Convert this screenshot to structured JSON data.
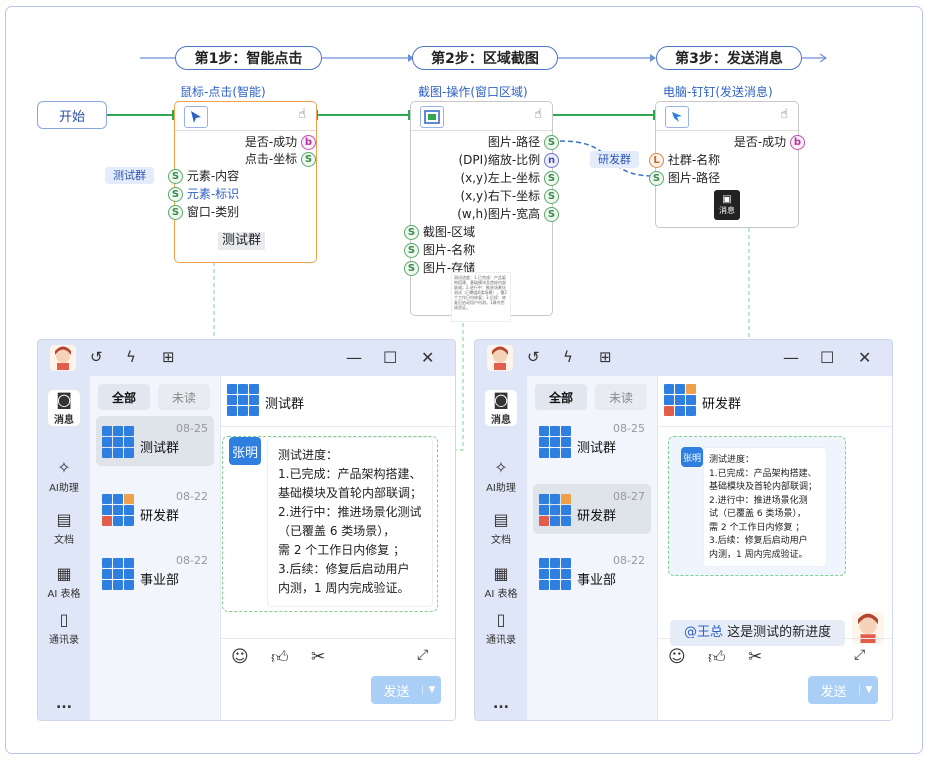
{
  "steps": [
    {
      "label": "第1步：智能点击"
    },
    {
      "label": "第2步：区域截图"
    },
    {
      "label": "第3步：发送消息"
    }
  ],
  "start_label": "开始",
  "node1": {
    "title": "鼠标-点击(智能)",
    "outputs": [
      "是否-成功",
      "点击-坐标"
    ],
    "output_types": [
      "b",
      "S"
    ],
    "inputs": [
      "元素-内容",
      "元素-标识",
      "窗口-类别"
    ],
    "input_tag": "测试群",
    "value_box": "测试群"
  },
  "node2": {
    "title": "截图-操作(窗口区域)",
    "outputs": [
      "图片-路径",
      "(DPI)缩放-比例",
      "(x,y)左上-坐标",
      "(x,y)右下-坐标",
      "(w,h)图片-宽高"
    ],
    "output_types": [
      "S",
      "n",
      "S",
      "S",
      "S"
    ],
    "inputs": [
      "截图-区域",
      "图片-名称",
      "图片-存储"
    ],
    "thumb_text": "测试进度：1.已完成：产品架构搭建、基础模块及首轮内部联调；2.进行中：推进场景化测试（已覆盖6类场景），需2个工作日内修复；3.后续：修复后启动用户内测，1周内完成验证。"
  },
  "node3": {
    "title": "电脑-钉钉(发送消息)",
    "outputs": [
      "是否-成功"
    ],
    "output_types": [
      "b"
    ],
    "inputs": [
      "社群-名称",
      "图片-路径"
    ],
    "input_types": [
      "L",
      "S"
    ],
    "input_tag": "研发群",
    "badge_label": "消息"
  },
  "sidebar": {
    "items": [
      {
        "label": "消息",
        "icon": "message-icon"
      },
      {
        "label": "AI助理",
        "icon": "sparkle-icon"
      },
      {
        "label": "文档",
        "icon": "document-icon"
      },
      {
        "label": "AI 表格",
        "icon": "table-icon"
      },
      {
        "label": "通讯录",
        "icon": "contacts-icon"
      }
    ],
    "more": "..."
  },
  "filters": {
    "all": "全部",
    "unread": "未读"
  },
  "window1": {
    "conversations": [
      {
        "name": "测试群",
        "date": "08-25"
      },
      {
        "name": "研发群",
        "date": "08-22"
      },
      {
        "name": "事业部",
        "date": "08-22"
      }
    ],
    "chat_title": "测试群",
    "sender": "张明",
    "message": "测试进度：\n1.已完成：产品架构搭建、\n基础模块及首轮内部联调；\n2.进行中：推进场景化测试（已覆盖 6 类场景），\n需 2 个工作日内修复 ；\n3.后续：修复后启动用户\n内测，1 周内完成验证。",
    "send_label": "发送"
  },
  "window2": {
    "conversations": [
      {
        "name": "测试群",
        "date": "08-25"
      },
      {
        "name": "研发群",
        "date": "08-27"
      },
      {
        "name": "事业部",
        "date": "08-22"
      }
    ],
    "chat_title": "研发群",
    "sender": "张明",
    "message": "测试进度：\n1.已完成：产品架构搭建、\n基础模块及首轮内部联调；\n2.进行中：推进场景化测\n试（已覆盖 6 类场景），\n需 2 个工作日内修复 ；\n3.后续：修复后启动用户\n内测，1 周内完成验证。",
    "mention_user": "@王总",
    "mention_text": "这是测试的新进度",
    "send_label": "发送"
  },
  "colors": {
    "accent": "#2f7fe0",
    "wire": "#2fa84f",
    "dashed": "#7fd08d",
    "selected_border": "#f0a04b"
  }
}
